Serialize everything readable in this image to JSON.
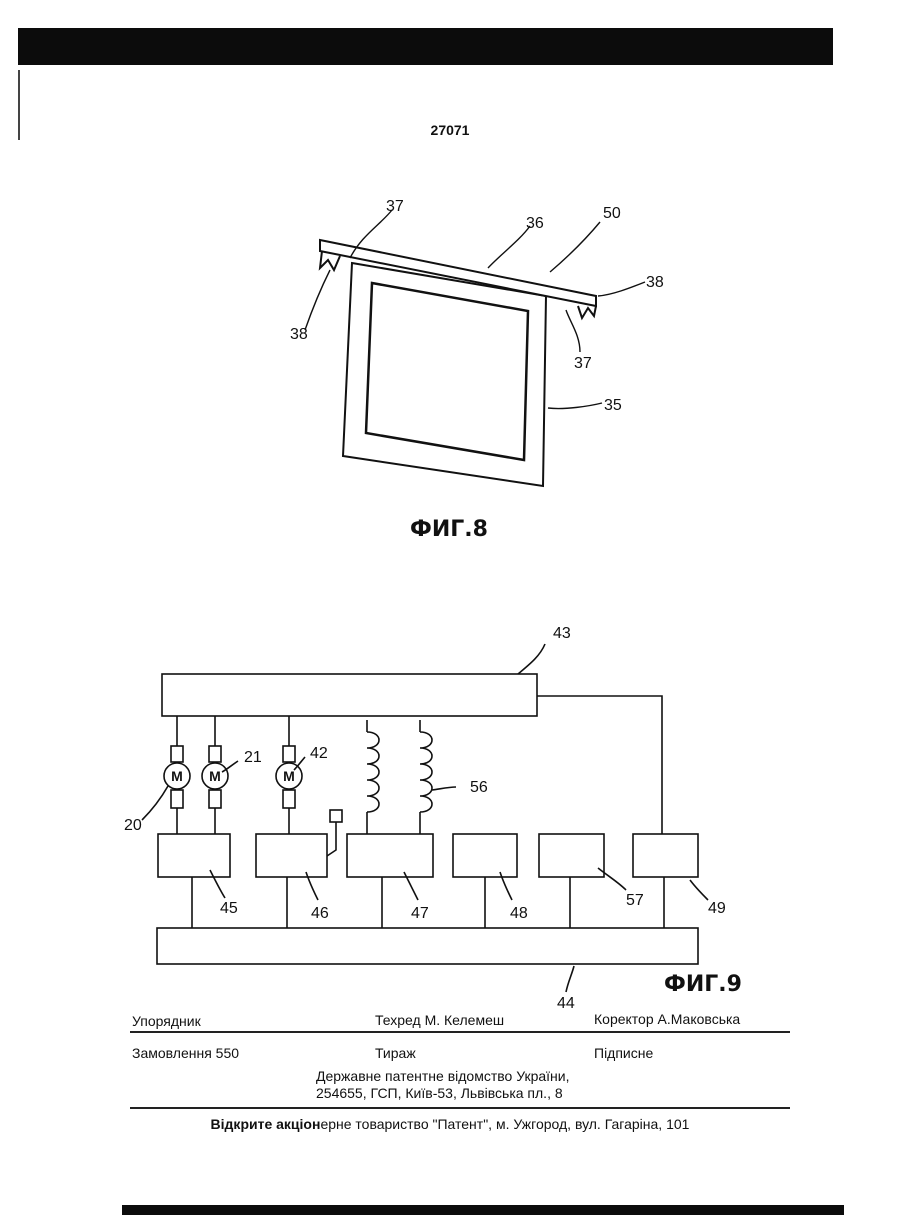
{
  "page_number": "27071",
  "fig8": {
    "caption": "ФИГ.8",
    "labels": [
      "37",
      "36",
      "50",
      "38",
      "38",
      "37",
      "35"
    ]
  },
  "fig9": {
    "caption": "ФИГ.9",
    "labels": [
      "43",
      "21",
      "42",
      "56",
      "20",
      "45",
      "46",
      "47",
      "48",
      "57",
      "49",
      "44"
    ],
    "motor_letter": "M"
  },
  "colophon": {
    "compiler": "Упорядник",
    "tech_editor": "Техред М. Келемеш",
    "corrector": "Коректор А.Маковська",
    "order": "Замовлення 550",
    "circulation": "Тираж",
    "subscription": "Підписне",
    "office_line1": "Державне патентне відомство України,",
    "office_line2": "254655, ГСП, Київ-53, Львівська пл., 8",
    "printer_bold": "Відкрите акціон",
    "printer_rest": "ерне товариство \"Патент\", м. Ужгород, вул. Гагаріна, 101"
  }
}
